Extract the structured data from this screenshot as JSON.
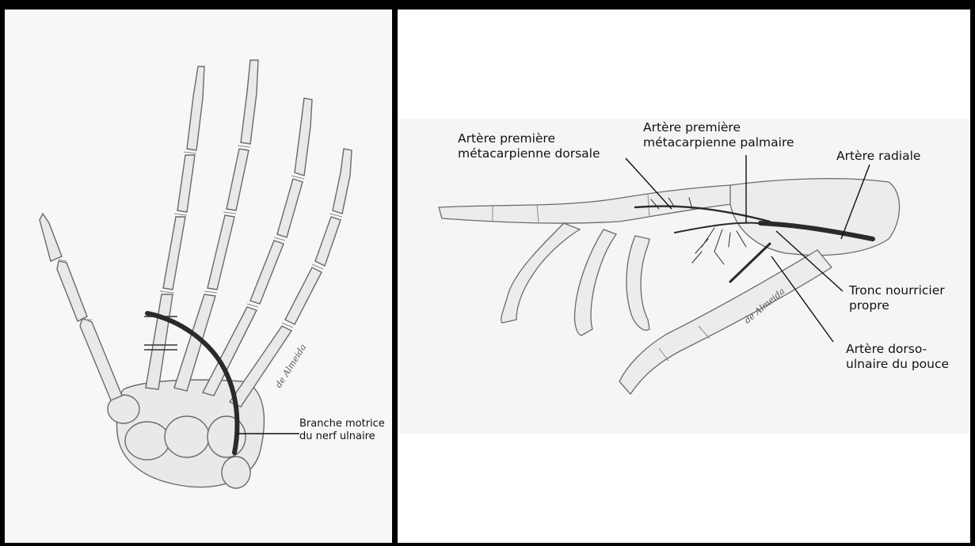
{
  "left_panel": {
    "label_motor_branch": {
      "line1": "Branche motrice",
      "line2": "du nerf ulnaire"
    },
    "signature": "de Almeida"
  },
  "right_panel": {
    "labels": {
      "first_dorsal_metacarpal_artery": {
        "line1": "Artère première",
        "line2": "métacarpienne dorsale"
      },
      "first_palmar_metacarpal_artery": {
        "line1": "Artère première",
        "line2": "métacarpienne palmaire"
      },
      "radial_artery": {
        "line1": "Artère radiale"
      },
      "nutrient_trunk": {
        "line1": "Tronc nourricier",
        "line2": "propre"
      },
      "dorso_ulnar_thumb_artery": {
        "line1": "Artère dorso-",
        "line2": "ulnaire du pouce"
      }
    },
    "signature": "de Almeida"
  }
}
